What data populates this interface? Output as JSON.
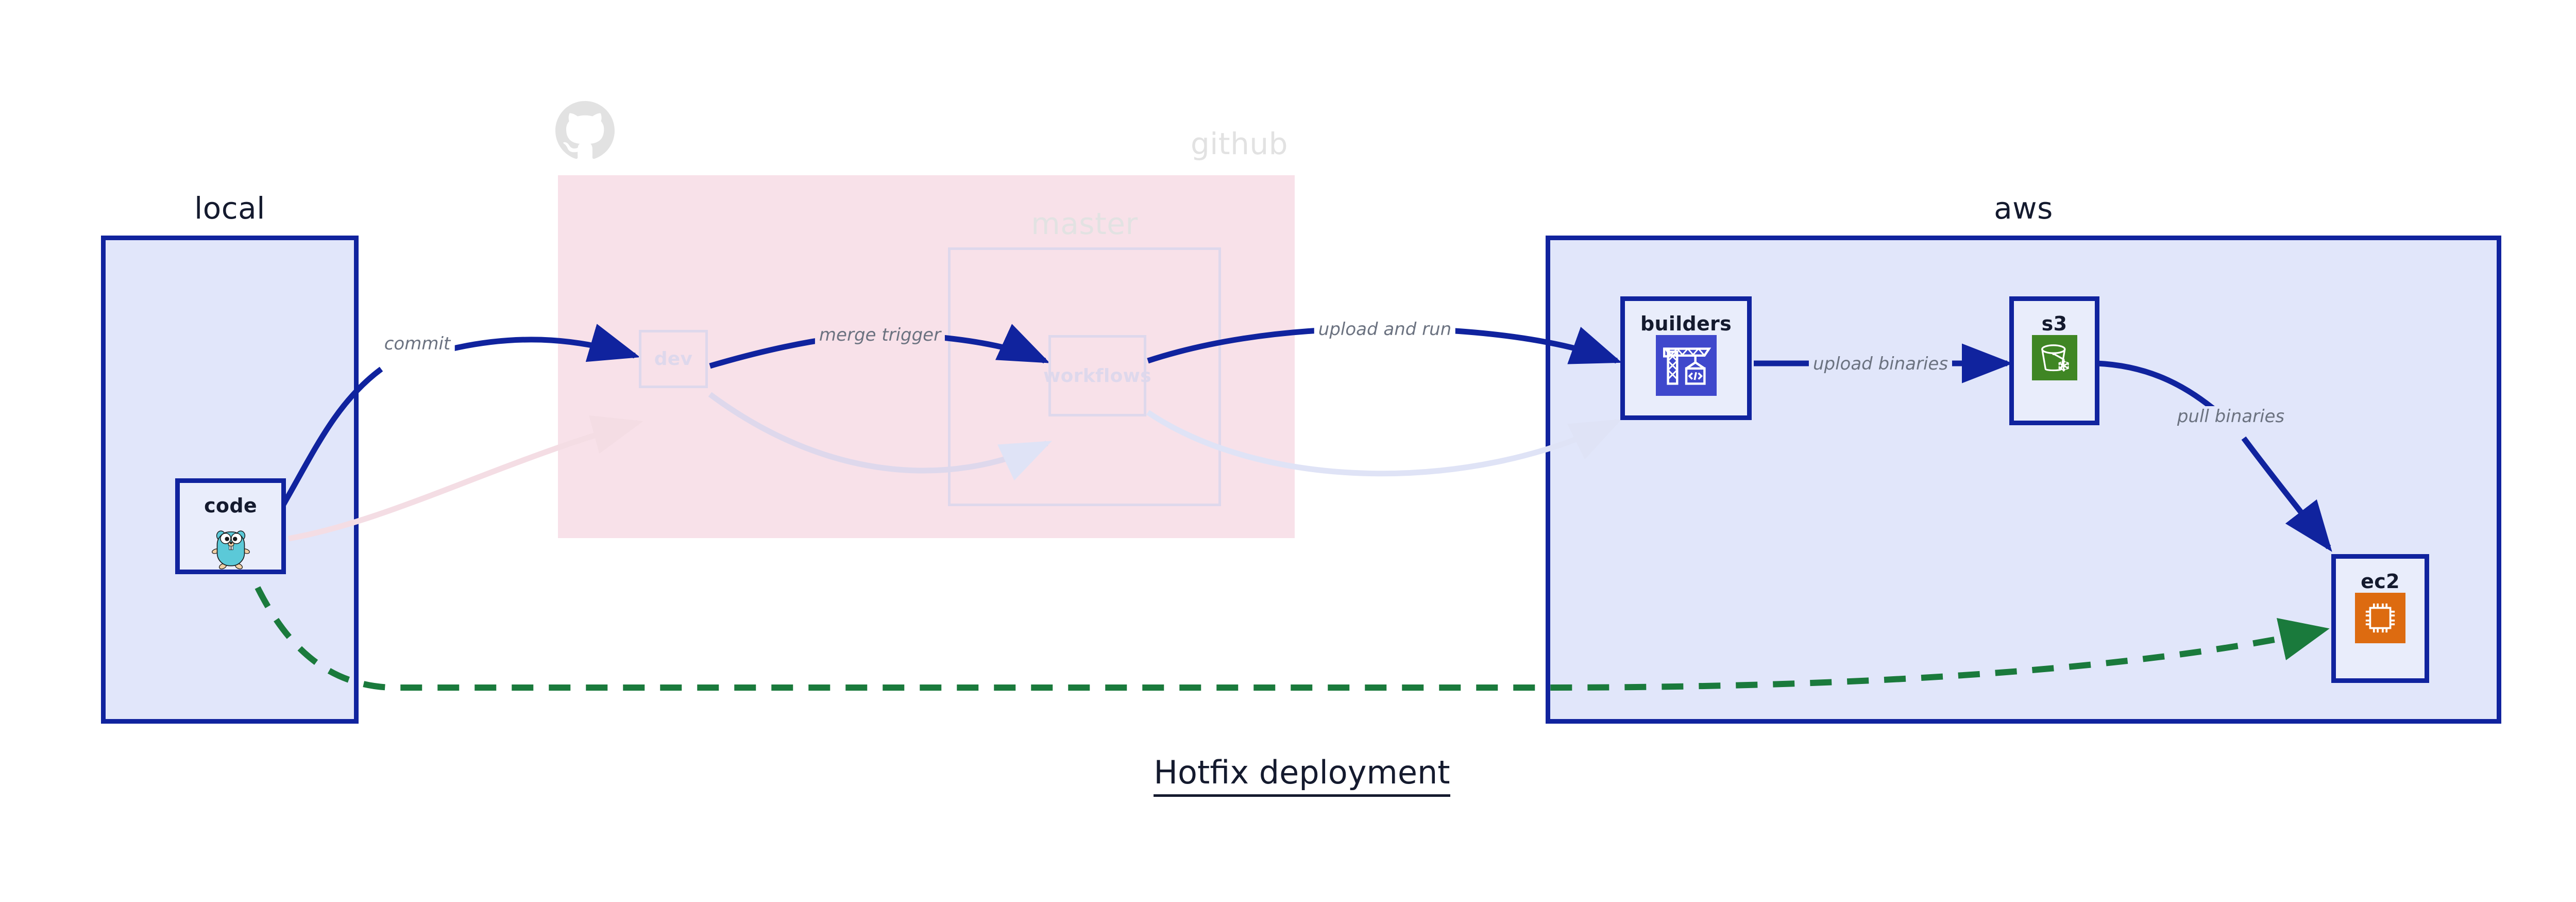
{
  "title": "Hotfix deployment",
  "colors": {
    "group_blue_fill": "#e1e6fa",
    "group_blue_border": "#10239e",
    "group_pink_fill": "#f8e1e9",
    "faded_border": "#ded8ec",
    "arrow_blue": "#10239e",
    "arrow_green": "#1a7a3c",
    "arrow_faded_pink": "#f4dde4",
    "arrow_faded_blue": "#dfe3f6",
    "label_gray": "#6b7280",
    "text_dark": "#141a2e",
    "builders_icon_bg": "#3f48cc",
    "s3_icon_bg": "#3f8624",
    "ec2_icon_bg": "#dd6b10",
    "gopher_body": "#5bc9d8"
  },
  "groups": {
    "local": {
      "label": "local",
      "faded": false
    },
    "github": {
      "label": "github",
      "faded": true
    },
    "master": {
      "label": "master",
      "faded": true
    },
    "aws": {
      "label": "aws",
      "faded": false
    }
  },
  "nodes": {
    "code": {
      "label": "code",
      "icon": "go-gopher-icon",
      "faded": false
    },
    "dev": {
      "label": "dev",
      "icon": "none",
      "faded": true
    },
    "workflows": {
      "label": "workflows",
      "icon": "none",
      "faded": true
    },
    "builders": {
      "label": "builders",
      "icon": "aws-codebuild-icon",
      "faded": false
    },
    "s3": {
      "label": "s3",
      "icon": "aws-s3-glacier-icon",
      "faded": false
    },
    "ec2": {
      "label": "ec2",
      "icon": "aws-ec2-icon",
      "faded": false
    }
  },
  "edges": [
    {
      "id": "commit",
      "label": "commit",
      "from": "code",
      "to": "dev",
      "style": "solid-blue"
    },
    {
      "id": "merge-trigger",
      "label": "merge trigger",
      "from": "dev",
      "to": "workflows",
      "style": "solid-blue"
    },
    {
      "id": "upload-and-run",
      "label": "upload and run",
      "from": "workflows",
      "to": "builders",
      "style": "solid-blue"
    },
    {
      "id": "upload-binaries",
      "label": "upload binaries",
      "from": "builders",
      "to": "s3",
      "style": "solid-blue"
    },
    {
      "id": "pull-binaries",
      "label": "pull binaries",
      "from": "s3",
      "to": "ec2",
      "style": "solid-blue"
    },
    {
      "id": "hotfix-direct",
      "label": "",
      "from": "code",
      "to": "ec2",
      "style": "dashed-green"
    }
  ],
  "icons": {
    "github_logo": "github-octocat-icon"
  }
}
